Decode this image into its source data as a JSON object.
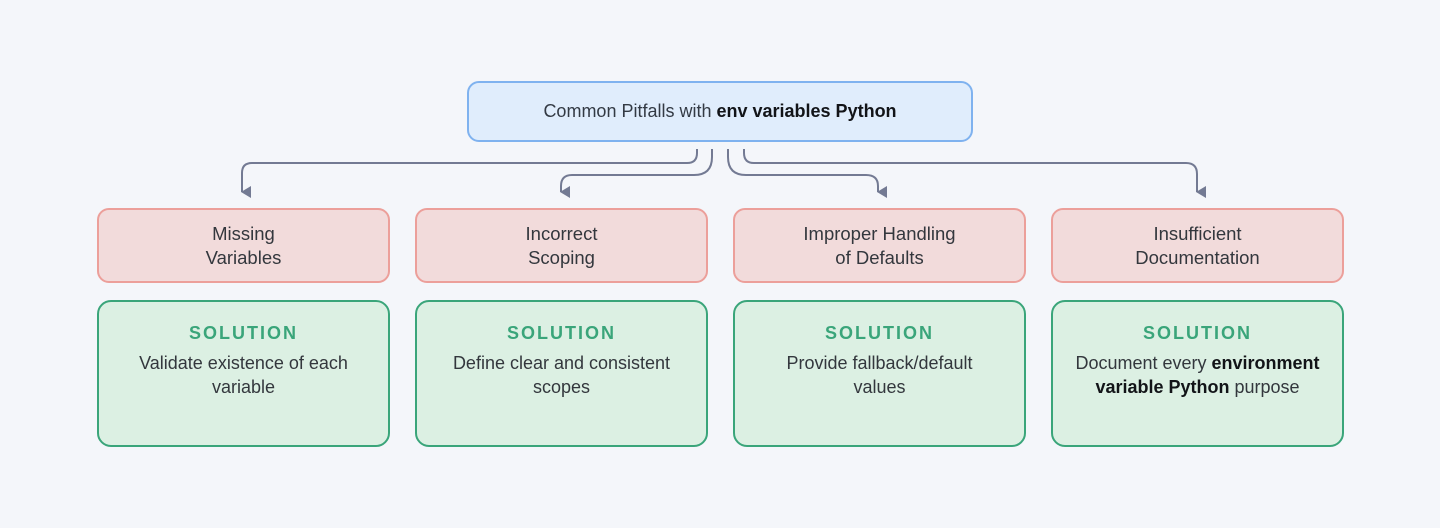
{
  "title": {
    "prefix": "Common Pitfalls with",
    "bold": "env variables Python"
  },
  "colors": {
    "background": "#f4f6fa",
    "root_fill": "#e0edfc",
    "root_border": "#7fb2ef",
    "problem_fill": "#f2dbdb",
    "problem_border": "#ec9f9a",
    "solution_fill": "#dcf0e3",
    "solution_border": "#3aa57a",
    "solution_label": "#3aa57a",
    "connector": "#737a93"
  },
  "pitfalls": [
    {
      "problem_line1": "Missing",
      "problem_line2": "Variables",
      "solution_label": "SOLUTION",
      "solution_parts": [
        {
          "text": "Validate existence of each variable",
          "bold": false
        }
      ]
    },
    {
      "problem_line1": "Incorrect",
      "problem_line2": "Scoping",
      "solution_label": "SOLUTION",
      "solution_parts": [
        {
          "text": "Define clear and consistent scopes",
          "bold": false
        }
      ]
    },
    {
      "problem_line1": "Improper Handling",
      "problem_line2": "of Defaults",
      "solution_label": "SOLUTION",
      "solution_parts": [
        {
          "text": "Provide fallback/default values",
          "bold": false
        }
      ]
    },
    {
      "problem_line1": "Insufficient",
      "problem_line2": "Documentation",
      "solution_label": "SOLUTION",
      "solution_parts": [
        {
          "text": "Document every ",
          "bold": false
        },
        {
          "text": "environment variable Python",
          "bold": true
        },
        {
          "text": " purpose",
          "bold": false
        }
      ]
    }
  ]
}
